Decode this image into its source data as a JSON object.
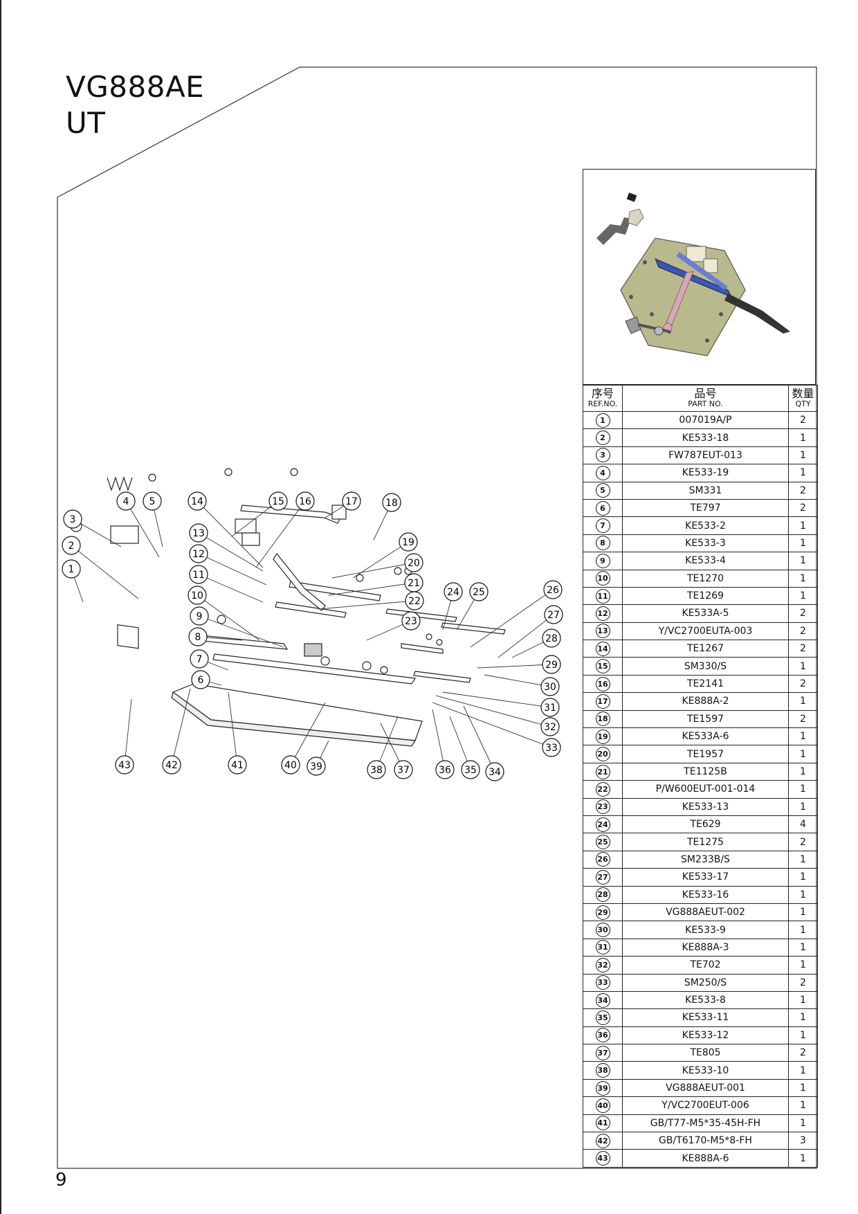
{
  "title": {
    "line1": "VG888AE",
    "line2": "UT"
  },
  "page_number": "9",
  "table": {
    "headers": [
      {
        "cn": "序号",
        "en": "REF.NO."
      },
      {
        "cn": "品号",
        "en": "PART NO."
      },
      {
        "cn": "数量",
        "en": "QTY"
      }
    ],
    "rows": [
      {
        "ref": "1",
        "part": "007019A/P",
        "qty": "2"
      },
      {
        "ref": "2",
        "part": "KE533-18",
        "qty": "1"
      },
      {
        "ref": "3",
        "part": "FW787EUT-013",
        "qty": "1"
      },
      {
        "ref": "4",
        "part": "KE533-19",
        "qty": "1"
      },
      {
        "ref": "5",
        "part": "SM331",
        "qty": "2"
      },
      {
        "ref": "6",
        "part": "TE797",
        "qty": "2"
      },
      {
        "ref": "7",
        "part": "KE533-2",
        "qty": "1"
      },
      {
        "ref": "8",
        "part": "KE533-3",
        "qty": "1"
      },
      {
        "ref": "9",
        "part": "KE533-4",
        "qty": "1"
      },
      {
        "ref": "10",
        "part": "TE1270",
        "qty": "1"
      },
      {
        "ref": "11",
        "part": "TE1269",
        "qty": "1"
      },
      {
        "ref": "12",
        "part": "KE533A-5",
        "qty": "2"
      },
      {
        "ref": "13",
        "part": "Y/VC2700EUTA-003",
        "qty": "2"
      },
      {
        "ref": "14",
        "part": "TE1267",
        "qty": "2"
      },
      {
        "ref": "15",
        "part": "SM330/S",
        "qty": "1"
      },
      {
        "ref": "16",
        "part": "TE2141",
        "qty": "2"
      },
      {
        "ref": "17",
        "part": "KE888A-2",
        "qty": "1"
      },
      {
        "ref": "18",
        "part": "TE1597",
        "qty": "2"
      },
      {
        "ref": "19",
        "part": "KE533A-6",
        "qty": "1"
      },
      {
        "ref": "20",
        "part": "TE1957",
        "qty": "1"
      },
      {
        "ref": "21",
        "part": "TE1125B",
        "qty": "1"
      },
      {
        "ref": "22",
        "part": "P/W600EUT-001-014",
        "qty": "1"
      },
      {
        "ref": "23",
        "part": "KE533-13",
        "qty": "1"
      },
      {
        "ref": "24",
        "part": "TE629",
        "qty": "4"
      },
      {
        "ref": "25",
        "part": "TE1275",
        "qty": "2"
      },
      {
        "ref": "26",
        "part": "SM233B/S",
        "qty": "1"
      },
      {
        "ref": "27",
        "part": "KE533-17",
        "qty": "1"
      },
      {
        "ref": "28",
        "part": "KE533-16",
        "qty": "1"
      },
      {
        "ref": "29",
        "part": "VG888AEUT-002",
        "qty": "1"
      },
      {
        "ref": "30",
        "part": "KE533-9",
        "qty": "1"
      },
      {
        "ref": "31",
        "part": "KE888A-3",
        "qty": "1"
      },
      {
        "ref": "32",
        "part": "TE702",
        "qty": "1"
      },
      {
        "ref": "33",
        "part": "SM250/S",
        "qty": "2"
      },
      {
        "ref": "34",
        "part": "KE533-8",
        "qty": "1"
      },
      {
        "ref": "35",
        "part": "KE533-11",
        "qty": "1"
      },
      {
        "ref": "36",
        "part": "KE533-12",
        "qty": "1"
      },
      {
        "ref": "37",
        "part": "TE805",
        "qty": "2"
      },
      {
        "ref": "38",
        "part": "KE533-10",
        "qty": "1"
      },
      {
        "ref": "39",
        "part": "VG888AEUT-001",
        "qty": "1"
      },
      {
        "ref": "40",
        "part": "Y/VC2700EUT-006",
        "qty": "1"
      },
      {
        "ref": "41",
        "part": "GB/T77-M5*35-45H-FH",
        "qty": "1"
      },
      {
        "ref": "42",
        "part": "GB/T6170-M5*8-FH",
        "qty": "3"
      },
      {
        "ref": "43",
        "part": "KE888A-6",
        "qty": "1"
      }
    ]
  },
  "diagram_callouts": [
    "1",
    "2",
    "3",
    "4",
    "5",
    "6",
    "7",
    "8",
    "9",
    "10",
    "11",
    "12",
    "13",
    "14",
    "15",
    "16",
    "17",
    "18",
    "19",
    "20",
    "21",
    "22",
    "23",
    "24",
    "25",
    "26",
    "27",
    "28",
    "29",
    "30",
    "31",
    "32",
    "33",
    "34",
    "35",
    "36",
    "37",
    "38",
    "39",
    "40",
    "41",
    "42",
    "43"
  ],
  "colors": {
    "plate": "#b9b98e",
    "link": "#3b56b8",
    "arm": "#d8a8b8",
    "line": "#111111"
  }
}
